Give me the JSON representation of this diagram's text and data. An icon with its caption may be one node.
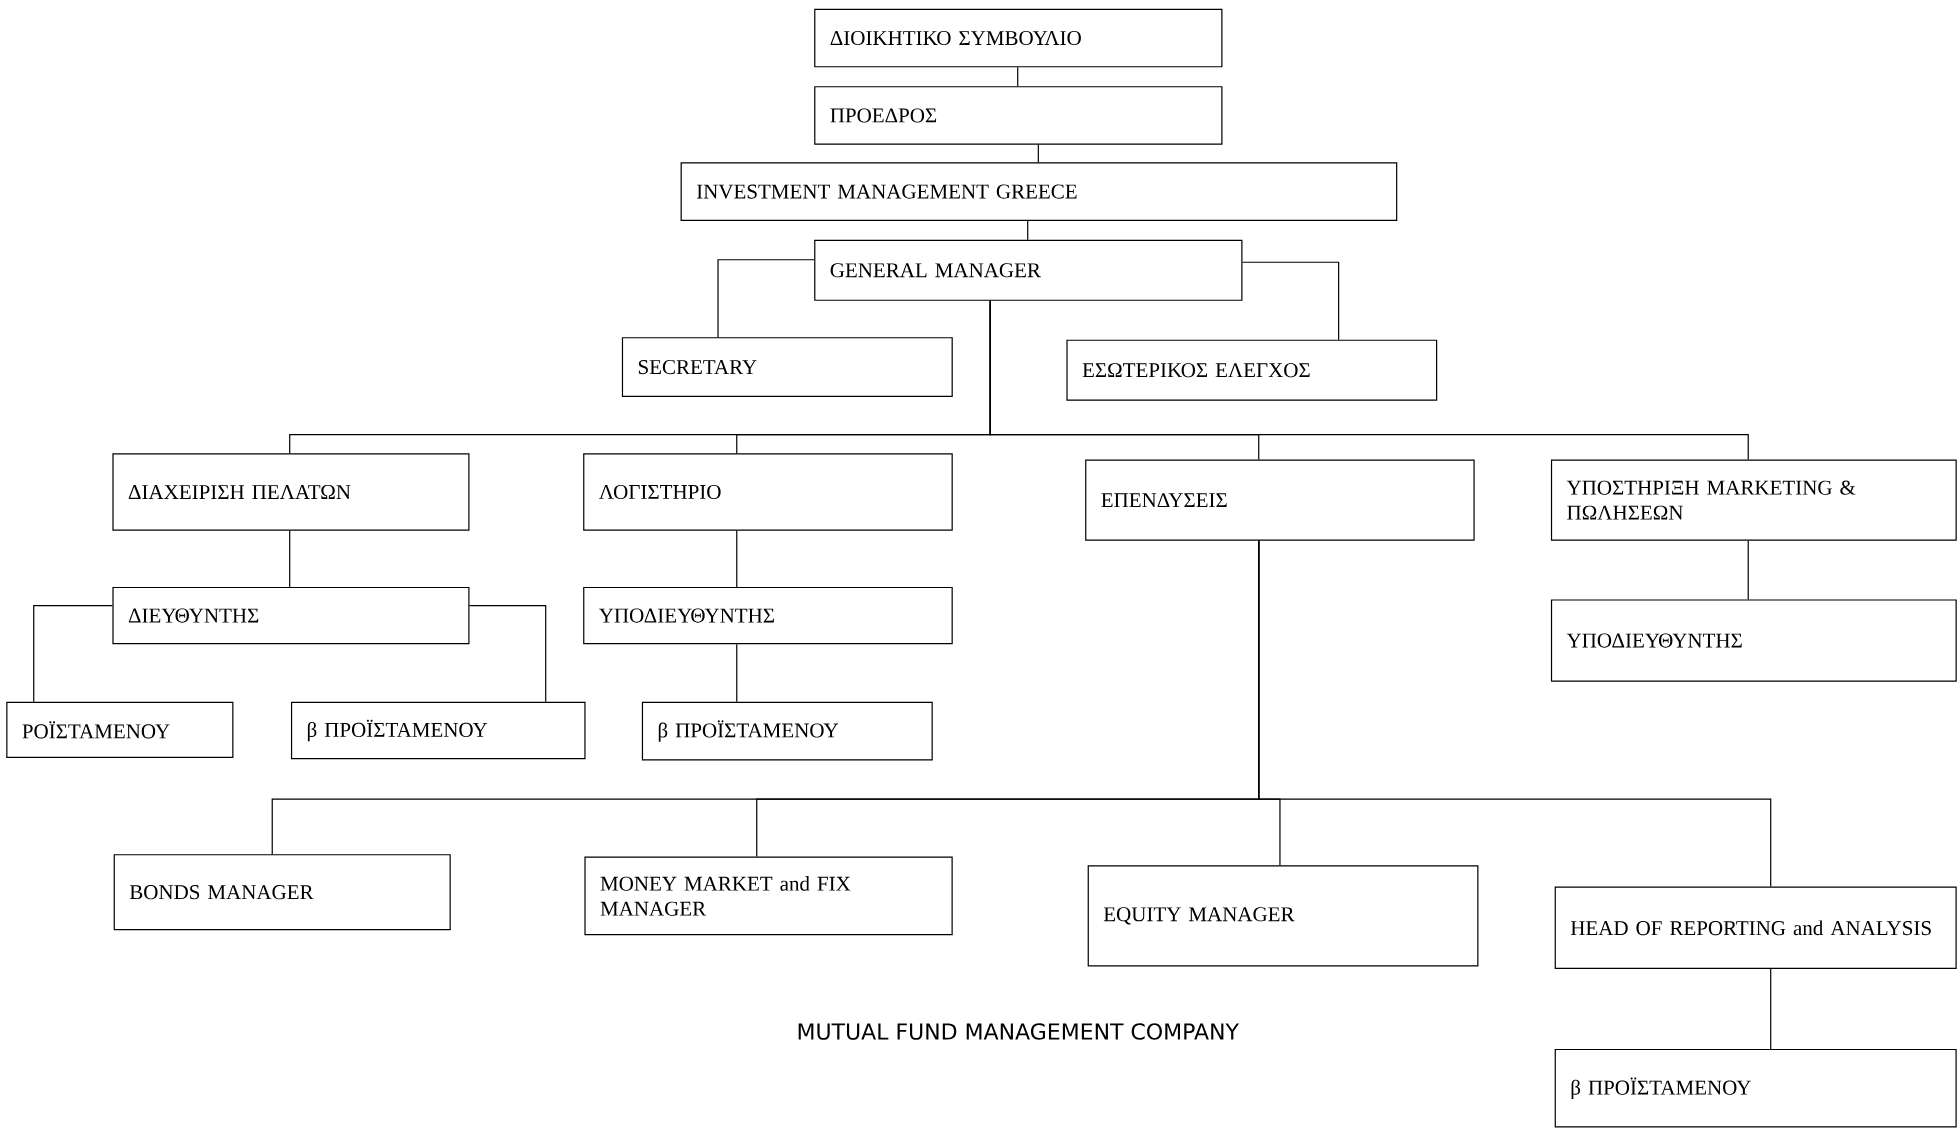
{
  "diagram": {
    "nodes": [
      {
        "text": [
          "ΔΙΟΙΚΗΤΙΚΟ ΣΥΜΒΟΥΛΙΟ"
        ]
      },
      {
        "text": [
          "ΠΡΟΕΔΡΟΣ"
        ]
      },
      {
        "text": [
          "INVESTMENT MANAGEMENT GREECE"
        ]
      },
      {
        "text": [
          "GENERAL MANAGER"
        ]
      },
      {
        "text": [
          "SECRETARY"
        ]
      },
      {
        "text": [
          "ΕΣΩΤΕΡΙΚΟΣ ΕΛΕΓΧΟΣ"
        ]
      },
      {
        "text": [
          "ΔΙΑΧΕΙΡΙΣΗ ΠΕΛΑΤΩΝ"
        ]
      },
      {
        "text": [
          "ΛΟΓΙΣΤΗΡΙΟ"
        ]
      },
      {
        "text": [
          "ΕΠΕΝΔΥΣΕΙΣ"
        ]
      },
      {
        "text": [
          "ΥΠΟΣΤΗΡΙΞΗ MARKETING & ΠΩΛΗΣΕΩΝ"
        ]
      },
      {
        "text": [
          "ΔΙΕΥΘΥΝΤΗΣ"
        ]
      },
      {
        "text": [
          "ΥΠΟΔΙΕΥΘΥΝΤΗΣ"
        ]
      },
      {
        "text": [
          "ΥΠΟΔΙΕΥΘΥΝΤΗΣ"
        ]
      },
      {
        "text": [
          "ΡΟΪΣΤΑΜΕΝΟΥ"
        ]
      },
      {
        "text": [
          "β ΠΡΟΪΣΤΑΜΕΝΟΥ"
        ]
      },
      {
        "text": [
          "β ΠΡΟΪΣΤΑΜΕΝΟΥ"
        ]
      },
      {
        "text": [
          "BONDS MANAGER"
        ]
      },
      {
        "text": [
          "MONEY MARKET and FIX MANAGER"
        ]
      },
      {
        "text": [
          "EQUITY MANAGER"
        ]
      },
      {
        "text": [
          "HEAD OF REPORTING and ANALYSIS"
        ]
      },
      {
        "text": [
          "β ΠΡΟΪΣΤΑΜΕΝΟΥ"
        ]
      }
    ],
    "edges": [
      {
        "from": 0,
        "to": 1,
        "arrow": "none"
      },
      {
        "from": 1,
        "to": 2,
        "arrow": "none"
      },
      {
        "from": 2,
        "to": 3,
        "arrow": "none"
      },
      {
        "from": 3,
        "to": 4,
        "arrow": "none"
      },
      {
        "from": 3,
        "to": 5,
        "arrow": "none"
      },
      {
        "from": 3,
        "to": 6,
        "arrow": "none"
      },
      {
        "from": 3,
        "to": 7,
        "arrow": "none"
      },
      {
        "from": 3,
        "to": 8,
        "arrow": "none"
      },
      {
        "from": 3,
        "to": 9,
        "arrow": "none"
      },
      {
        "from": 6,
        "to": 10,
        "arrow": "none"
      },
      {
        "from": 7,
        "to": 11,
        "arrow": "none"
      },
      {
        "from": 9,
        "to": 12,
        "arrow": "none"
      },
      {
        "from": 10,
        "to": 13,
        "arrow": "none"
      },
      {
        "from": 10,
        "to": 14,
        "arrow": "none"
      },
      {
        "from": 11,
        "to": 15,
        "arrow": "none"
      },
      {
        "from": 8,
        "to": 16,
        "arrow": "none"
      },
      {
        "from": 8,
        "to": 17,
        "arrow": "none"
      },
      {
        "from": 8,
        "to": 18,
        "arrow": "none"
      },
      {
        "from": 8,
        "to": 19,
        "arrow": "none"
      },
      {
        "from": 19,
        "to": 20,
        "arrow": "none"
      }
    ],
    "labels": [
      "MUTUAL FUND MANAGEMENT COMPANY"
    ]
  }
}
